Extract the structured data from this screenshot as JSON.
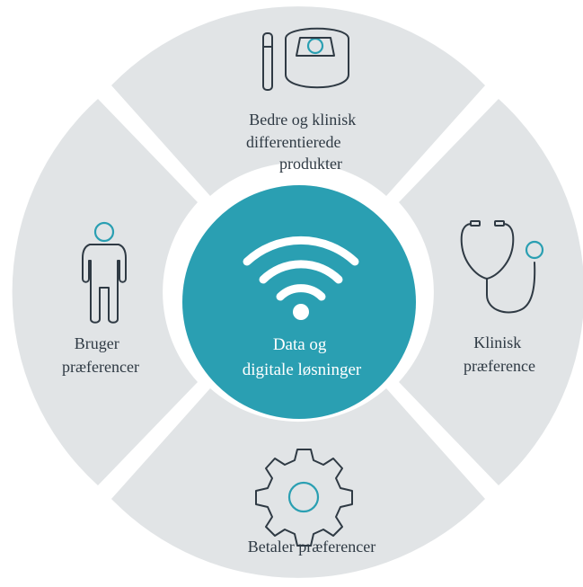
{
  "colors": {
    "accent": "#2a9fb2",
    "segment": "#e1e4e6",
    "text": "#2f3a44",
    "center_text": "#ffffff"
  },
  "center": {
    "icon": "wifi-icon",
    "lines": [
      "Data og",
      "digitale løsninger"
    ]
  },
  "segments": {
    "top": {
      "icon": "medical-device-icon",
      "lines": [
        "Bedre og klinisk",
        "differentierede",
        "produkter"
      ]
    },
    "right": {
      "icon": "stethoscope-icon",
      "lines": [
        "Klinisk",
        "præference"
      ]
    },
    "bottom": {
      "icon": "gear-icon",
      "lines": [
        "Betaler præferencer"
      ]
    },
    "left": {
      "icon": "person-icon",
      "lines": [
        "Bruger",
        "præferencer"
      ]
    }
  }
}
